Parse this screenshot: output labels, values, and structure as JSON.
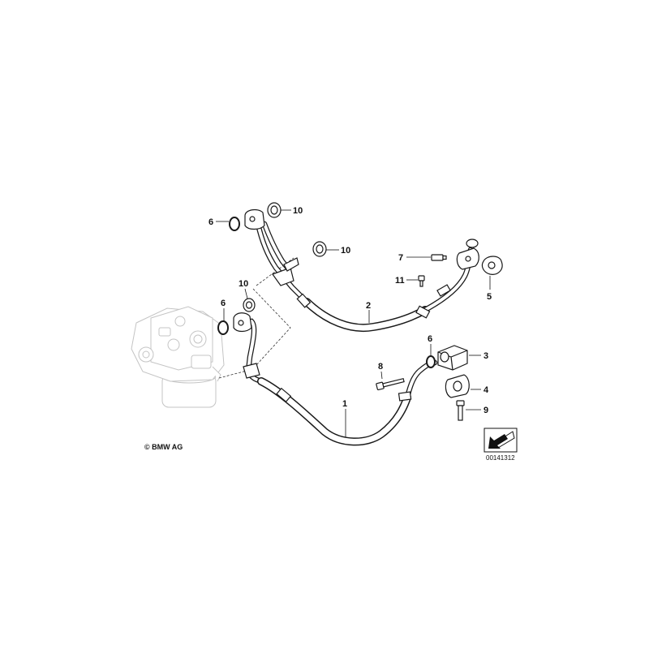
{
  "callouts": [
    "6",
    "10",
    "10",
    "7",
    "11",
    "5",
    "2",
    "10",
    "6",
    "6",
    "3",
    "8",
    "4",
    "9",
    "1"
  ],
  "copyright": "© BMW AG",
  "diagram_id": "00141312"
}
